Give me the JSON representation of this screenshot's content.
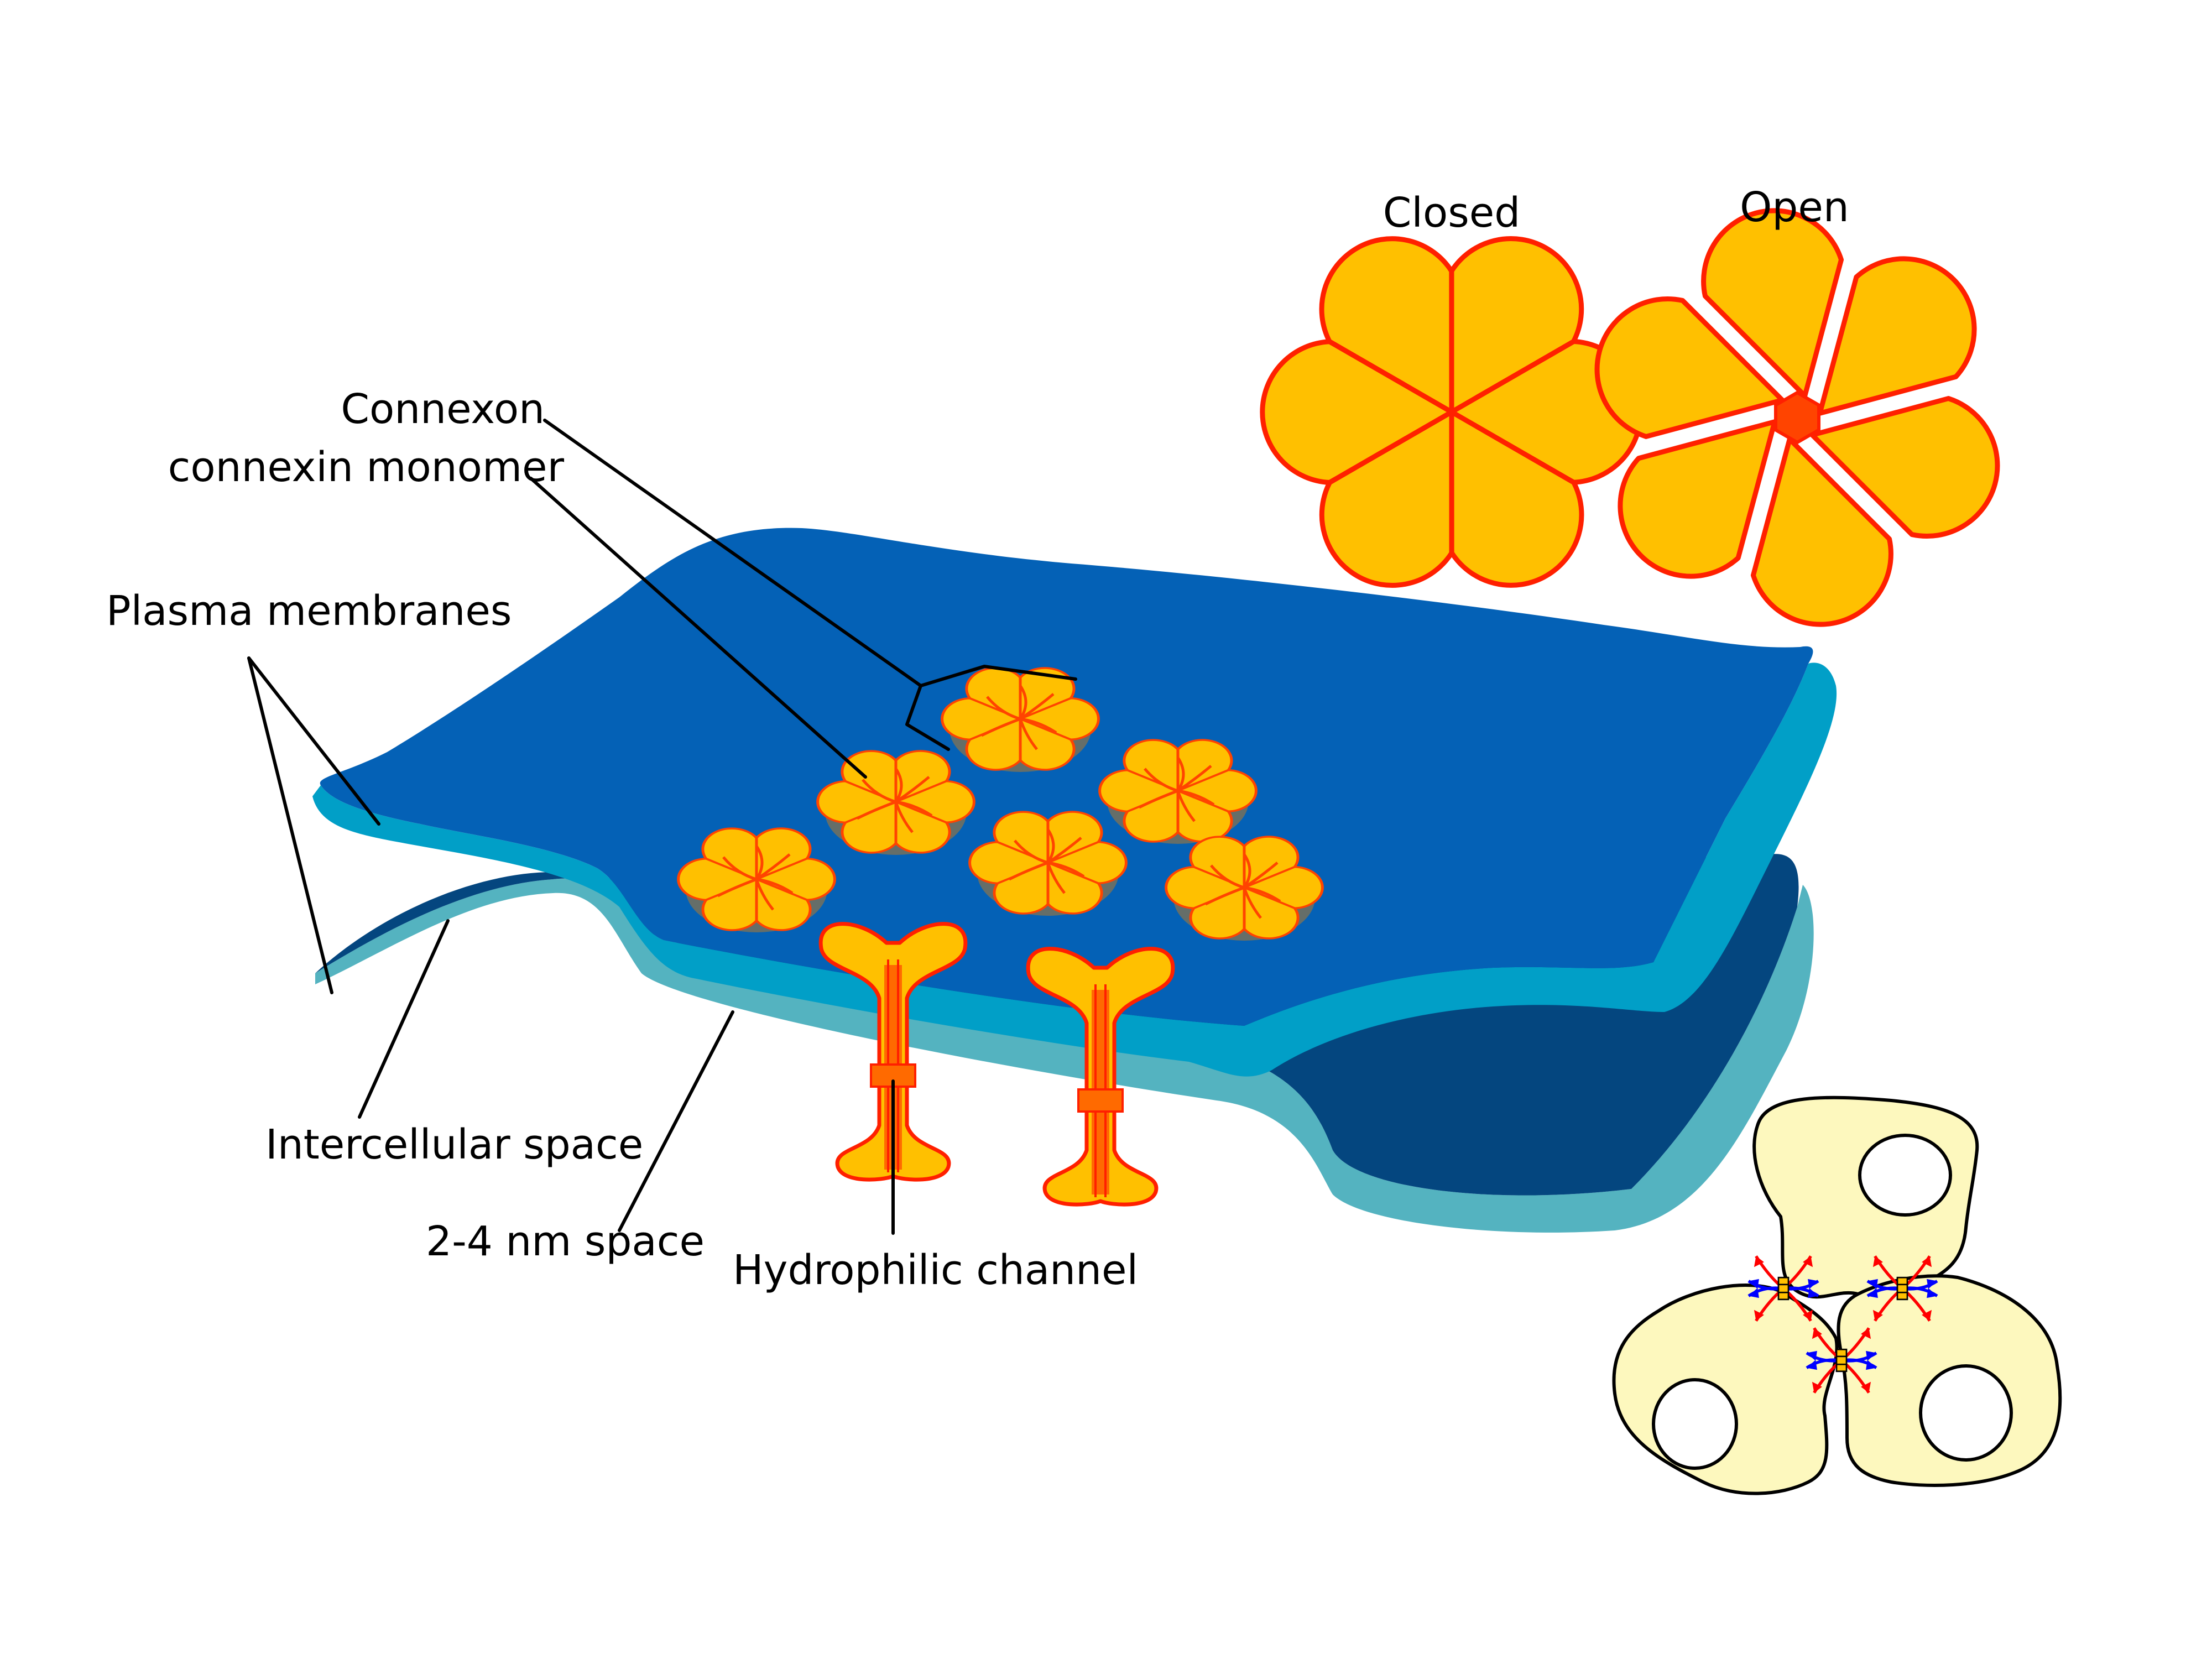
{
  "diagram": {
    "labels": {
      "closed": "Closed",
      "open": "Open",
      "connexon": "Connexon",
      "connexin_monomer": "connexin monomer",
      "plasma_membranes": "Plasma membranes",
      "intercellular_space": "Intercellular space",
      "nm_space": "2-4 nm space",
      "hydrophilic_channel": "Hydrophilic channel"
    },
    "colors": {
      "top_membrane": "#0461b6",
      "top_membrane_edge": "#019fc7",
      "bottom_membrane": "#04467f",
      "bottom_membrane_edge": "#54b3c0",
      "connexin_fill": "#ffc000",
      "connexin_stroke": "#ff2000",
      "channel_pore": "#ff4400",
      "cell_fill": "#fdf8be",
      "arrow_red": "#ff0000",
      "arrow_blue": "#0000ff"
    }
  }
}
